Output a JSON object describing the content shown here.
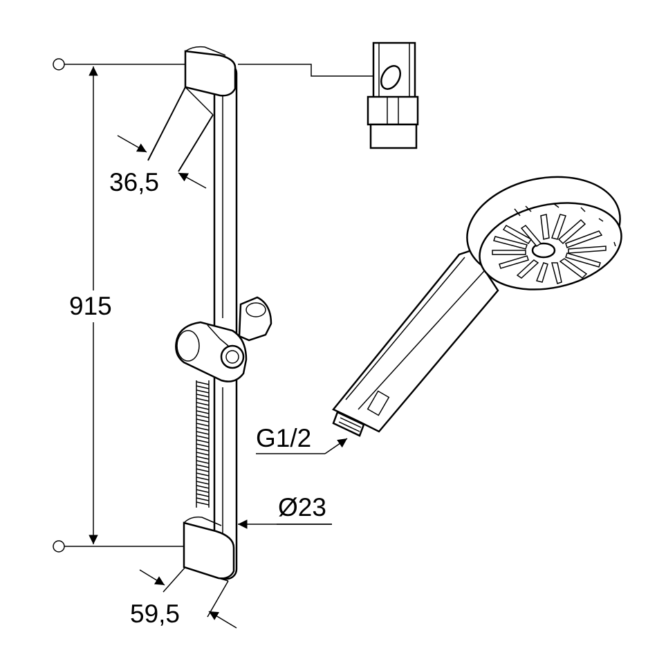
{
  "dimensions": {
    "total_height": "915",
    "upper_offset": "36,5",
    "lower_offset": "59,5",
    "bar_diameter": "Ø23",
    "thread": "G1/2"
  }
}
